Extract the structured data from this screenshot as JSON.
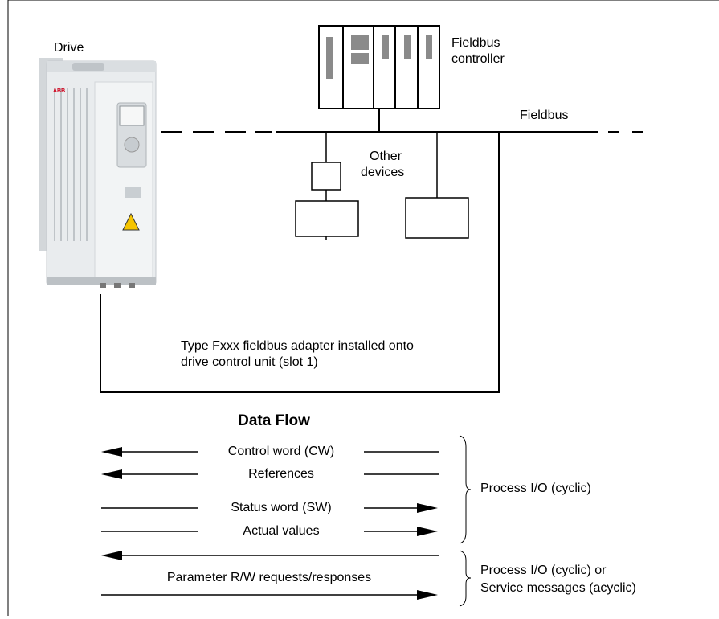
{
  "labels": {
    "drive": "Drive",
    "fieldbus_controller_line1": "Fieldbus",
    "fieldbus_controller_line2": "controller",
    "fieldbus": "Fieldbus",
    "other_devices_line1": "Other",
    "other_devices_line2": "devices",
    "adapter_line1": "Type Fxxx fieldbus adapter installed onto",
    "adapter_line2": "drive control unit (slot 1)",
    "drive_logo": "ABB"
  },
  "data_flow": {
    "title": "Data Flow",
    "rows": [
      {
        "label": "Control word (CW)",
        "direction": "left"
      },
      {
        "label": "References",
        "direction": "left"
      },
      {
        "label": "Status word (SW)",
        "direction": "right"
      },
      {
        "label": "Actual values",
        "direction": "right"
      },
      {
        "label": "Parameter R/W requests/responses",
        "direction": "both"
      }
    ],
    "groups": [
      {
        "line1": "Process I/O (cyclic)",
        "line2": ""
      },
      {
        "line1": "Process I/O (cyclic) or",
        "line2": "Service messages (acyclic)"
      }
    ]
  },
  "colors": {
    "line": "#000000",
    "drive_body": "#e9ecee",
    "drive_shadow": "#c9ced2",
    "warning": "#f5c400"
  }
}
